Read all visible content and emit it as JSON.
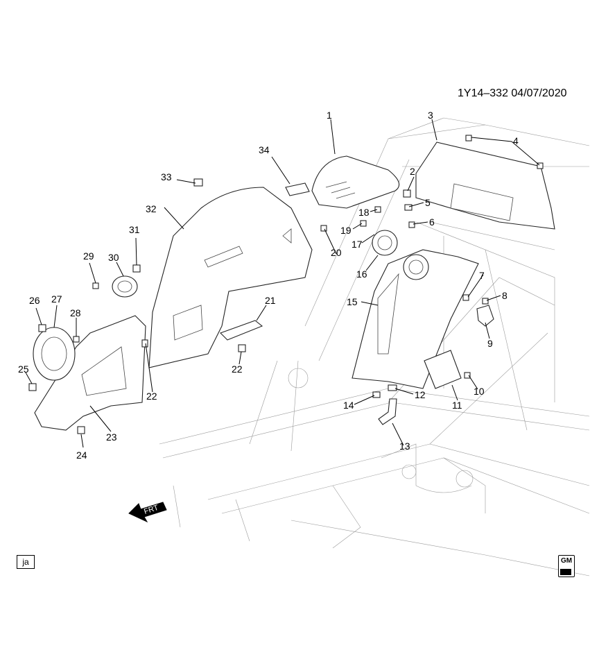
{
  "header": {
    "code": "1Y14–332  04/07/2020"
  },
  "direction_label": "FRT",
  "footer": {
    "badge": "ja",
    "logo_text": "GM"
  },
  "parts": [
    {
      "num": "1"
    },
    {
      "num": "2"
    },
    {
      "num": "3"
    },
    {
      "num": "4"
    },
    {
      "num": "5"
    },
    {
      "num": "6"
    },
    {
      "num": "7"
    },
    {
      "num": "8"
    },
    {
      "num": "9"
    },
    {
      "num": "10"
    },
    {
      "num": "11"
    },
    {
      "num": "12"
    },
    {
      "num": "13"
    },
    {
      "num": "14"
    },
    {
      "num": "15"
    },
    {
      "num": "16"
    },
    {
      "num": "17"
    },
    {
      "num": "18"
    },
    {
      "num": "19"
    },
    {
      "num": "20"
    },
    {
      "num": "21"
    },
    {
      "num": "22"
    },
    {
      "num": "22"
    },
    {
      "num": "23"
    },
    {
      "num": "24"
    },
    {
      "num": "25"
    },
    {
      "num": "26"
    },
    {
      "num": "27"
    },
    {
      "num": "28"
    },
    {
      "num": "29"
    },
    {
      "num": "30"
    },
    {
      "num": "31"
    },
    {
      "num": "32"
    },
    {
      "num": "33"
    },
    {
      "num": "34"
    }
  ]
}
